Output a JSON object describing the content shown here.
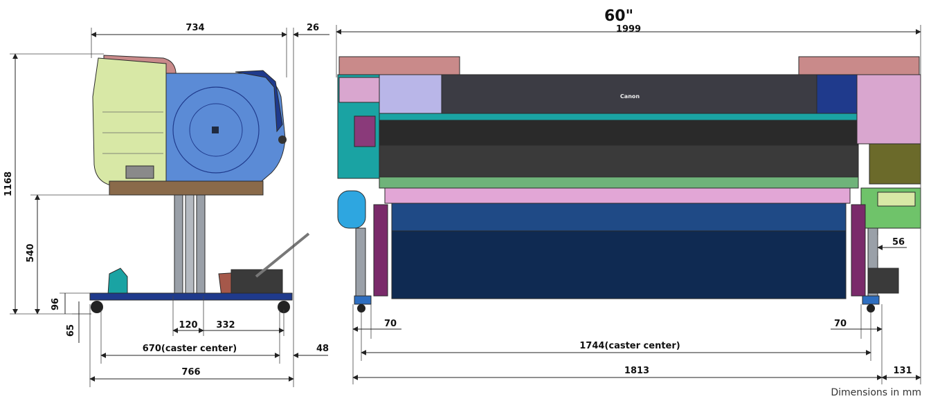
{
  "title": "60\"",
  "caption": "Dimensions in mm",
  "dimensions": {
    "side_depth": "734",
    "side_rear": "26",
    "height_total": "1168",
    "height_stand": "540",
    "height_96": "96",
    "height_65": "65",
    "base_120": "120",
    "base_332": "332",
    "caster_center_side": "670(caster center)",
    "side_48": "48",
    "side_total": "766",
    "front_width": "1999",
    "front_56": "56",
    "front_70_left": "70",
    "front_70_right": "70",
    "caster_center_front": "1744(caster center)",
    "front_1813": "1813",
    "front_131": "131"
  },
  "logo_text": "Canon",
  "colors": {
    "side_green": "#d8e8a6",
    "side_blue": "#5b8bd6",
    "dark_blue": "#1f3a8c",
    "top_pink": "#c98a8a",
    "body_grey": "#3c3c44",
    "teal": "#1aa3a3",
    "lavender": "#b9b6e8",
    "pink_panel": "#d9a6cf",
    "media_navy": "#0f2a52",
    "stand_grey": "#9aa0a8",
    "olive": "#6b6a2a",
    "brown": "#8a6a4a"
  }
}
